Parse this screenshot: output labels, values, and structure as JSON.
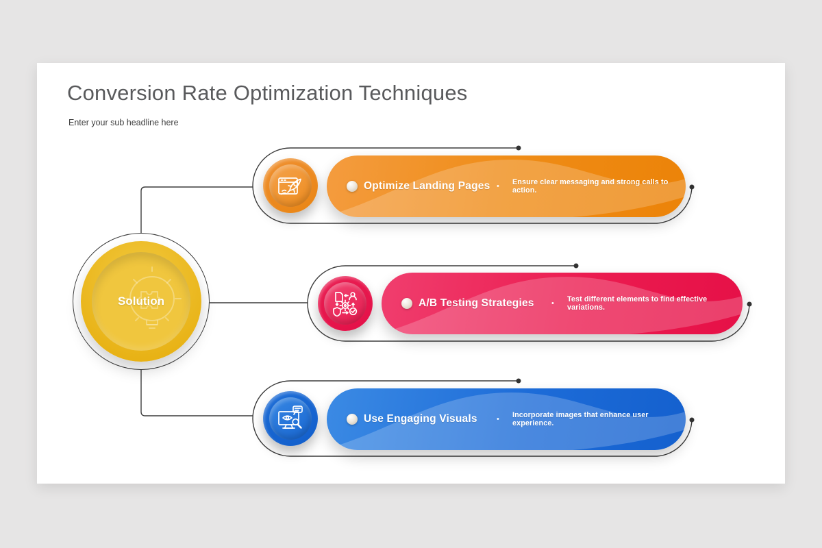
{
  "page": {
    "background_color": "#e6e5e5",
    "slide_background_color": "#ffffff",
    "connector_color": "#3b3b3b"
  },
  "header": {
    "title": "Conversion Rate Optimization Techniques",
    "subtitle": "Enter your sub headline here",
    "title_color": "#595a5c"
  },
  "center_node": {
    "label": "Solution",
    "icon": "lightbulb-puzzle-icon",
    "color": "#E9B61E"
  },
  "separator": "•",
  "items": [
    {
      "title": "Optimize Landing Pages",
      "description": "Ensure clear messaging and strong calls to action.",
      "icon": "rocket-launch-browser-icon",
      "color": "#EE8A12",
      "color_light": "#F6A84E"
    },
    {
      "title": "A/B Testing Strategies",
      "description": "Test different elements to find effective variations.",
      "icon": "ab-testing-workflow-icon",
      "color": "#EA1A50",
      "color_light": "#F4507C"
    },
    {
      "title": "Use Engaging Visuals",
      "description": "Incorporate images that enhance user experience.",
      "icon": "visual-search-monitor-icon",
      "color": "#1B68D4",
      "color_light": "#4990E7"
    }
  ]
}
